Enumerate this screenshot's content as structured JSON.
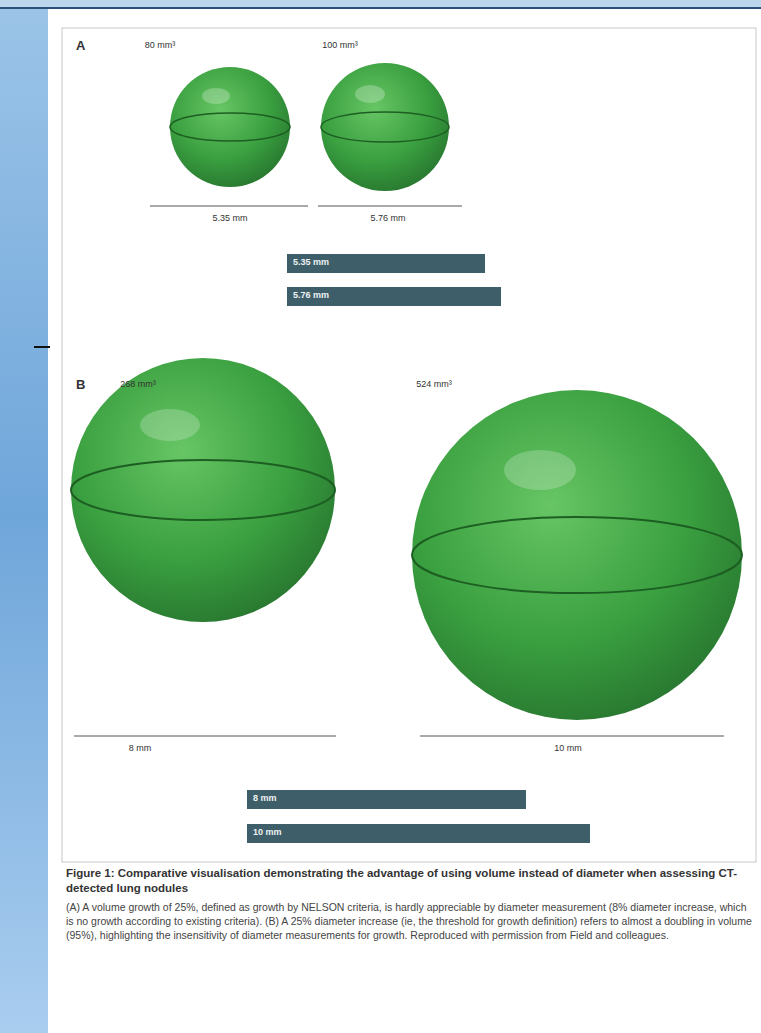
{
  "diagram": {
    "title": "Figure 1: Comparative visualisation demonstrating the advantage of using volume instead of diameter when assessing CT-detected lung nodules",
    "caption": "(A) A volume growth of 25%, defined as growth by NELSON criteria, is hardly appreciable by diameter measurement (8% diameter increase, which is no growth according to existing criteria). (B) A 25% diameter increase (ie, the threshold for growth definition) refers to almost a doubling in volume (95%), highlighting the insensitivity of diameter measurements for growth. Reproduced with permission from Field and colleagues.",
    "nodes": [
      {
        "text": [
          "5.35 mm"
        ]
      },
      {
        "text": [
          "5.76 mm"
        ]
      },
      {
        "text": [
          "8 mm"
        ]
      },
      {
        "text": [
          "10 mm"
        ]
      }
    ],
    "labels": [
      "A",
      "80 mm³",
      "100 mm³",
      "5.35 mm",
      "5.76 mm",
      "B",
      "268 mm³",
      "524 mm³",
      "8 mm",
      "10 mm"
    ]
  }
}
